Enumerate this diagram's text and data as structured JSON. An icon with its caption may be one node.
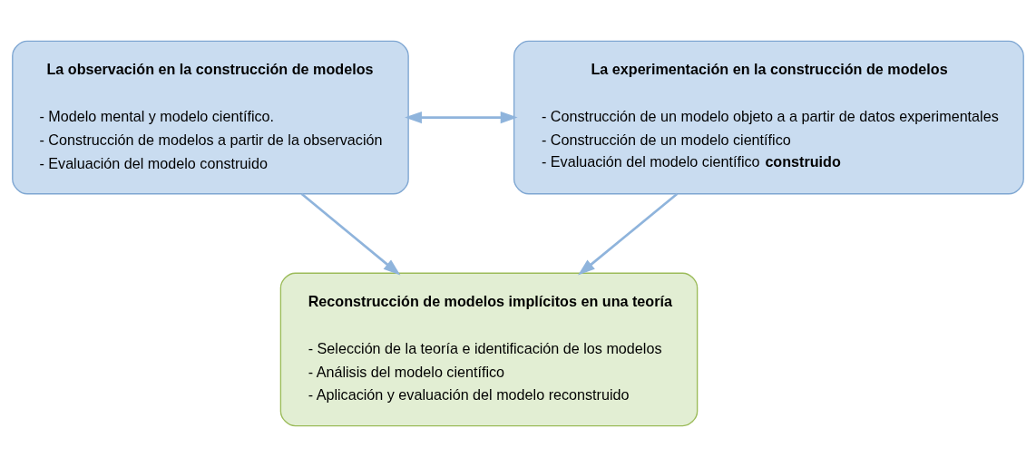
{
  "diagram": {
    "nodes": [
      {
        "text": [
          "La observación en la construcción de modelos",
          "- Modelo mental y modelo científico.",
          "- Construcción de modelos a partir de la observación",
          "- Evaluación del modelo construido"
        ]
      },
      {
        "text": [
          "La experimentación en la construcción de modelos",
          "- Construcción de un modelo objeto a a partir de datos experimentales",
          "- Construcción de un modelo científico",
          "- Evaluación del modelo científico **construido**"
        ]
      },
      {
        "text": [
          "Reconstrucción de modelos implícitos en una teoría",
          "- Selección de la teoría e identificación de los modelos",
          "- Análisis del modelo científico",
          "- Aplicación y evaluación del modelo reconstruido"
        ]
      }
    ],
    "edges": [
      {
        "from": 0,
        "to": 1,
        "arrow": "both"
      },
      {
        "from": 0,
        "to": 2,
        "arrow": "to"
      },
      {
        "from": 1,
        "to": 2,
        "arrow": "to"
      }
    ]
  }
}
